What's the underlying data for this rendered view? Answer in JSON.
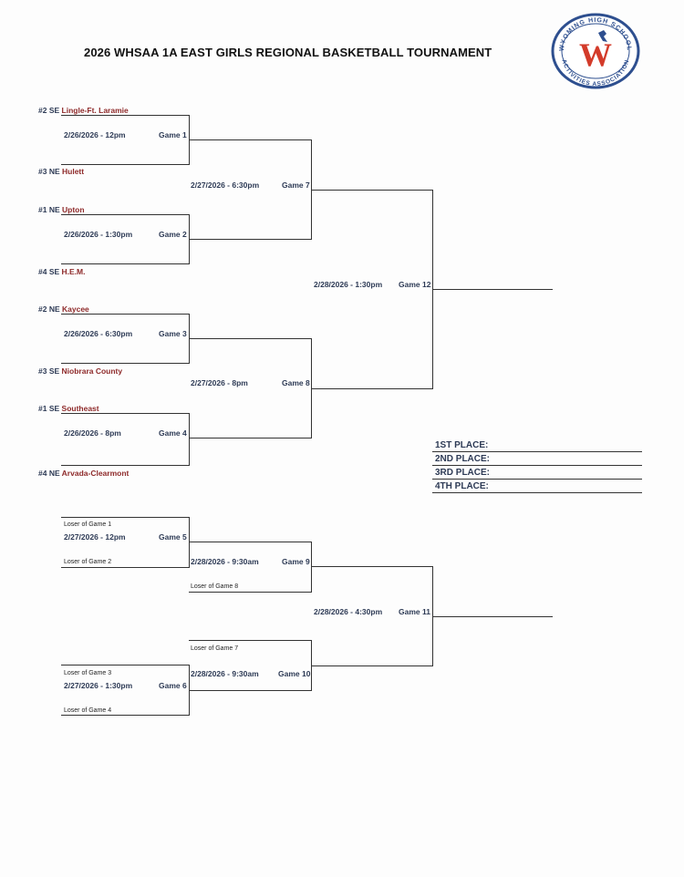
{
  "title": "2026 WHSAA 1A EAST GIRLS REGIONAL BASKETBALL TOURNAMENT",
  "logo": {
    "top_text": "WYOMING HIGH SCHOOL",
    "bottom_text": "ACTIVITIES ASSOCIATION",
    "letter": "W"
  },
  "colors": {
    "navy": "#2d3a55",
    "team_red": "#8e2a2a",
    "logo_red": "#d33b2a",
    "logo_blue": "#2e4f8f"
  },
  "teams": [
    {
      "seed": "#2 SE",
      "name": "Lingle-Ft. Laramie"
    },
    {
      "seed": "#3 NE",
      "name": "Hulett"
    },
    {
      "seed": "#1 NE",
      "name": "Upton"
    },
    {
      "seed": "#4 SE",
      "name": "H.E.M."
    },
    {
      "seed": "#2 NE",
      "name": "Kaycee"
    },
    {
      "seed": "#3 SE",
      "name": "Niobrara County"
    },
    {
      "seed": "#1 SE",
      "name": "Southeast"
    },
    {
      "seed": "#4 NE",
      "name": "Arvada-Clearmont"
    }
  ],
  "games": {
    "g1": {
      "date": "2/26/2026 - 12pm",
      "label": "Game 1"
    },
    "g2": {
      "date": "2/26/2026 - 1:30pm",
      "label": "Game 2"
    },
    "g3": {
      "date": "2/26/2026 - 6:30pm",
      "label": "Game 3"
    },
    "g4": {
      "date": "2/26/2026 - 8pm",
      "label": "Game 4"
    },
    "g5": {
      "date": "2/27/2026 - 12pm",
      "label": "Game 5"
    },
    "g6": {
      "date": "2/27/2026 - 1:30pm",
      "label": "Game 6"
    },
    "g7": {
      "date": "2/27/2026 - 6:30pm",
      "label": "Game 7"
    },
    "g8": {
      "date": "2/27/2026 - 8pm",
      "label": "Game 8"
    },
    "g9": {
      "date": "2/28/2026 - 9:30am",
      "label": "Game 9"
    },
    "g10": {
      "date": "2/28/2026 - 9:30am",
      "label": "Game 10"
    },
    "g11": {
      "date": "2/28/2026 - 4:30pm",
      "label": "Game 11"
    },
    "g12": {
      "date": "2/28/2026 - 1:30pm",
      "label": "Game 12"
    }
  },
  "losers": {
    "g1": "Loser of Game 1",
    "g2": "Loser of Game 2",
    "g3": "Loser of Game 3",
    "g4": "Loser of Game 4",
    "g7": "Loser of Game 7",
    "g8": "Loser of Game 8"
  },
  "places": [
    "1ST PLACE:",
    "2ND PLACE:",
    "3RD PLACE:",
    "4TH PLACE:"
  ]
}
